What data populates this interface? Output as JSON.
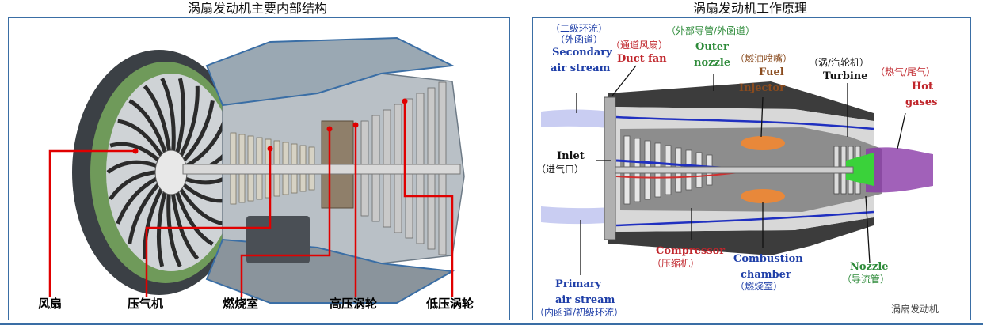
{
  "left_panel": {
    "title": "涡扇发动机主要内部结构",
    "labels": {
      "fan": "风扇",
      "compressor": "压气机",
      "combustor": "燃烧室",
      "hp_turbine": "高压涡轮",
      "lp_turbine": "低压涡轮"
    }
  },
  "right_panel": {
    "title": "涡扇发动机工作原理",
    "labels": {
      "secondary_cn": "（二级环流）",
      "secondary_cn2": "（外函道）",
      "secondary_en1": "Secondary",
      "secondary_en2": "air stream",
      "duct_cn": "（通道风扇）",
      "duct_en": "Duct fan",
      "outer_cn": "（外部导管/外函道）",
      "outer_en1": "Outer",
      "outer_en2": "nozzle",
      "fuel_cn": "（燃油喷嘴）",
      "fuel_en1": "Fuel",
      "fuel_en2": "Injector",
      "turbine_cn": "（涡/汽轮机）",
      "turbine_en": "Turbine",
      "hot_cn": "（热气/尾气）",
      "hot_en1": "Hot",
      "hot_en2": "gases",
      "inlet_en": "Inlet",
      "inlet_cn": "（进气口）",
      "compressor_en": "Compressor",
      "compressor_cn": "（压缩机）",
      "combustion_en1": "Combustion",
      "combustion_en2": "chamber",
      "combustion_cn": "（燃烧室）",
      "nozzle_en": "Nozzle",
      "nozzle_cn": "（导流管）",
      "primary_en1": "Primary",
      "primary_en2": "air stream",
      "primary_cn": "（内函道/初级环流）",
      "watermark": "涡扇发动机"
    }
  },
  "colors": {
    "frame": "#3a6ea5",
    "leader_left": "#e00000",
    "blue_text": "#1f3fa8",
    "red_text": "#c0262c",
    "green_text": "#2e8b3a",
    "brown_text": "#8a4b1e"
  }
}
